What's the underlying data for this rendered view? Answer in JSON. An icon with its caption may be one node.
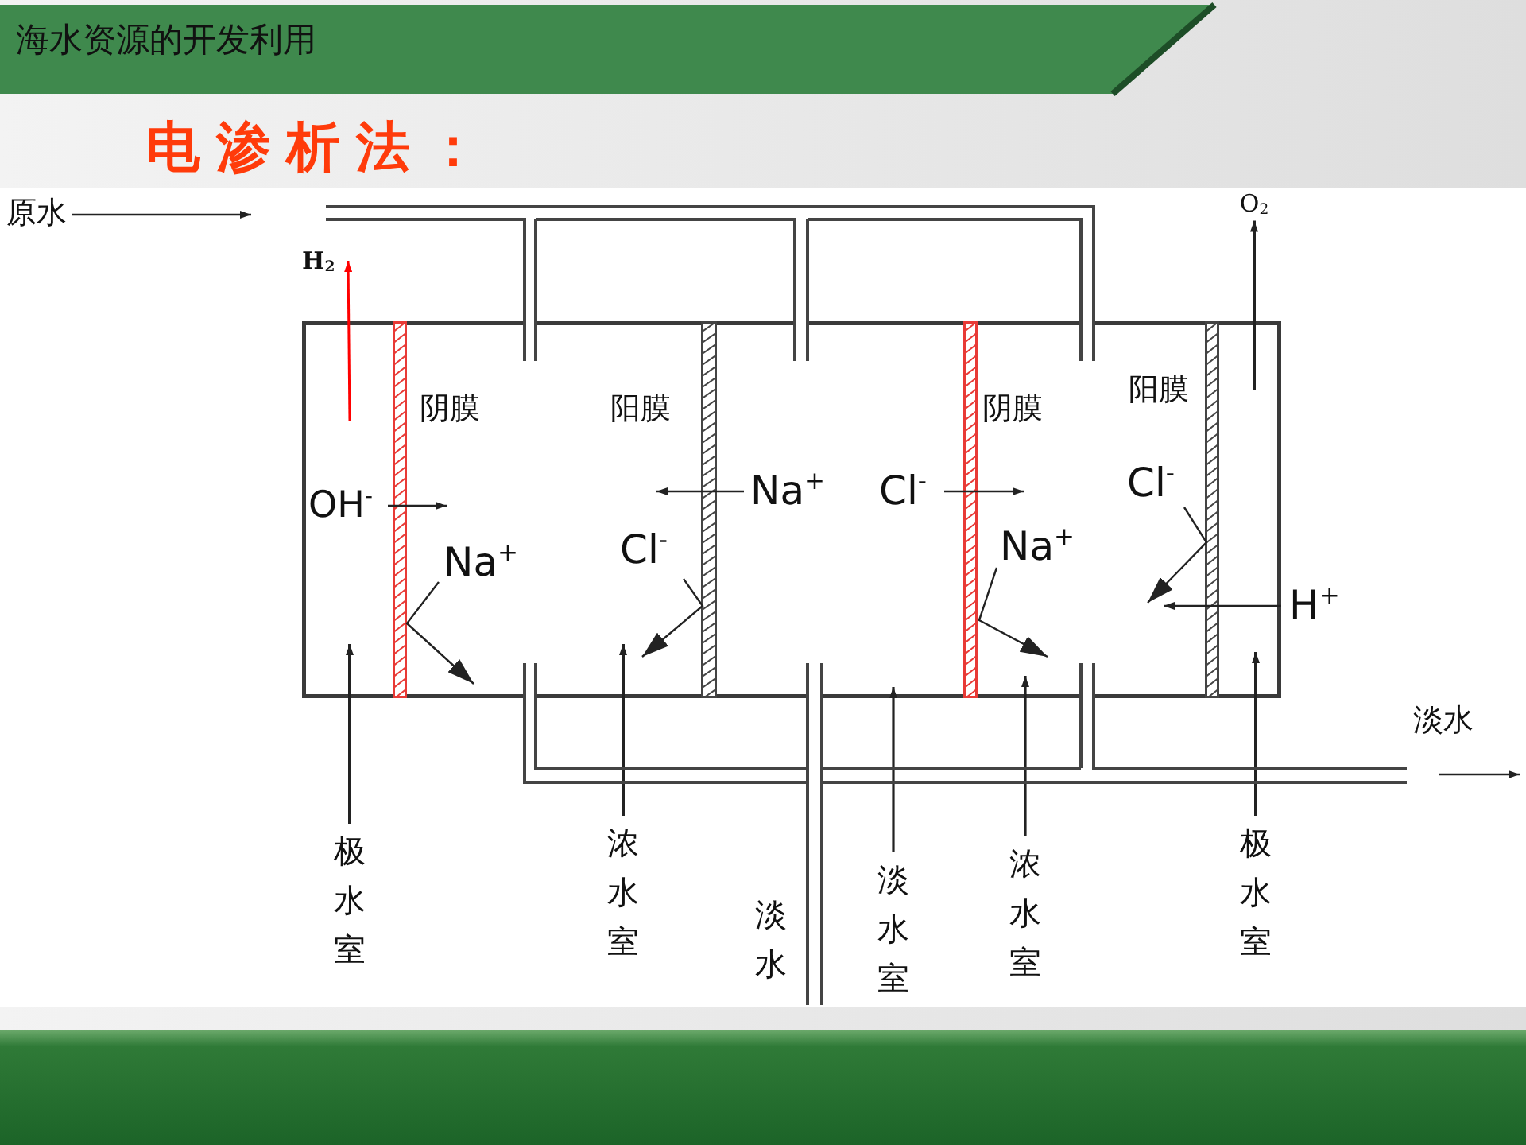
{
  "diagram": {
    "title": "海水资源的开发利用",
    "nodes": [
      {
        "text": [
          "原水"
        ]
      },
      {
        "text": [
          "H$_{2}$"
        ]
      },
      {
        "text": [
          "O$_{2}$"
        ]
      },
      {
        "text": [],
        "shape": "box"
      },
      {
        "text": [],
        "shape": "box"
      },
      {
        "text": [],
        "shape": "box"
      },
      {
        "text": [],
        "shape": "box"
      },
      {
        "text": [],
        "shape": "box"
      },
      {
        "text": [
          "极水室"
        ]
      },
      {
        "text": [
          "浓水室"
        ]
      },
      {
        "text": [
          "淡水室"
        ]
      },
      {
        "text": [
          "浓水室"
        ]
      },
      {
        "text": [
          "极水室"
        ]
      }
    ],
    "edges": [
      {
        "from": 0,
        "to": null,
        "arrow": "to"
      },
      {
        "from": 3,
        "to": 1,
        "arrow": "to",
        "color": "#ff0000"
      },
      {
        "from": 7,
        "to": 2,
        "arrow": "to"
      },
      {
        "from": 8,
        "to": 3,
        "arrow": "to"
      },
      {
        "from": 9,
        "to": 4,
        "arrow": "to"
      },
      {
        "from": 10,
        "to": 5,
        "arrow": "to"
      },
      {
        "from": 11,
        "to": 6,
        "arrow": "to"
      },
      {
        "from": 12,
        "to": 7,
        "arrow": "to"
      },
      {
        "from": null,
        "to": 4,
        "arrow": "none"
      },
      {
        "from": null,
        "to": 5,
        "arrow": "none"
      },
      {
        "from": null,
        "to": 6,
        "arrow": "none"
      },
      {
        "from": 4,
        "to": null,
        "arrow": "none"
      },
      {
        "from": 5,
        "to": null,
        "arrow": "none"
      },
      {
        "from": 6,
        "to": null,
        "arrow": "none"
      },
      {
        "from": 3,
        "to": 4,
        "arrow": "to"
      },
      {
        "from": 5,
        "to": 4,
        "arrow": "to"
      },
      {
        "from": 5,
        "to": 6,
        "arrow": "to"
      },
      {
        "from": 7,
        "to": 6,
        "arrow": "to"
      }
    ],
    "labels": [
      "电渗析法：",
      "阴膜",
      "阳膜",
      "阴膜",
      "阳膜",
      "OH$^{-}$",
      "Na$^{+}$",
      "Cl$^{-}$",
      "Cl$^{-}$",
      "Na$^{+}$",
      "Cl$^{-}$",
      "Na$^{+}$",
      "H$^{+}$",
      "淡水",
      "淡水"
    ]
  }
}
